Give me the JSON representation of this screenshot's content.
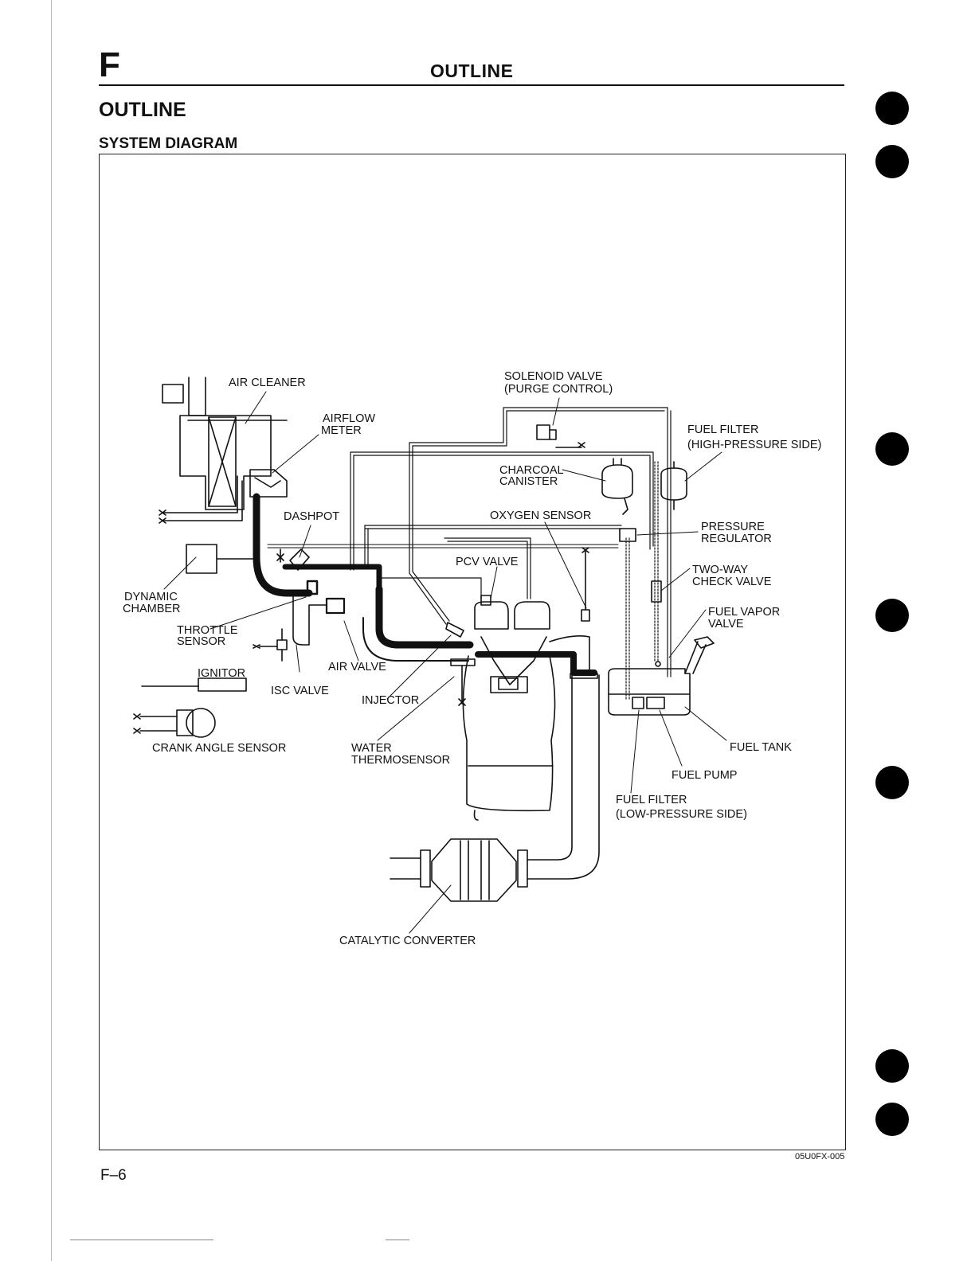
{
  "header": {
    "section_letter": "F",
    "title": "OUTLINE"
  },
  "page": {
    "heading": "OUTLINE",
    "subheading": "SYSTEM DIAGRAM",
    "figure_code": "05U0FX-005",
    "page_number": "F–6"
  },
  "diagram": {
    "labels": {
      "air_cleaner": "AIR CLEANER",
      "airflow_meter_1": "AIRFLOW",
      "airflow_meter_2": "METER",
      "dashpot": "DASHPOT",
      "dynamic_chamber_1": "DYNAMIC",
      "dynamic_chamber_2": "CHAMBER",
      "throttle_sensor_1": "THROTTLE",
      "throttle_sensor_2": "SENSOR",
      "ignitor": "IGNITOR",
      "isc_valve": "ISC VALVE",
      "air_valve": "AIR VALVE",
      "crank_angle_sensor": "CRANK ANGLE SENSOR",
      "injector": "INJECTOR",
      "water_thermosensor_1": "WATER",
      "water_thermosensor_2": "THERMOSENSOR",
      "catalytic_converter": "CATALYTIC CONVERTER",
      "solenoid_valve_1": "SOLENOID VALVE",
      "solenoid_valve_2": "(PURGE CONTROL)",
      "charcoal_canister_1": "CHARCOAL",
      "charcoal_canister_2": "CANISTER",
      "oxygen_sensor": "OXYGEN SENSOR",
      "pcv_valve": "PCV VALVE",
      "fuel_filter_hp_1": "FUEL FILTER",
      "fuel_filter_hp_2": "(HIGH-PRESSURE SIDE)",
      "pressure_regulator_1": "PRESSURE",
      "pressure_regulator_2": "REGULATOR",
      "two_way_check_valve_1": "TWO-WAY",
      "two_way_check_valve_2": "CHECK VALVE",
      "fuel_vapor_valve_1": "FUEL VAPOR",
      "fuel_vapor_valve_2": "VALVE",
      "fuel_tank": "FUEL TANK",
      "fuel_pump": "FUEL PUMP",
      "fuel_filter_lp_1": "FUEL FILTER",
      "fuel_filter_lp_2": "(LOW-PRESSURE SIDE)"
    }
  }
}
